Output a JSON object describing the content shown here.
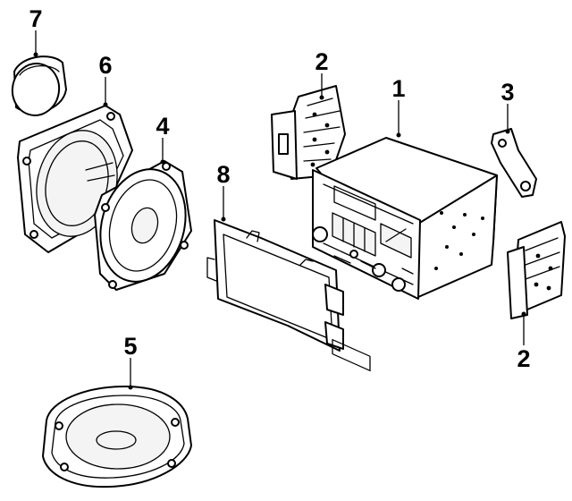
{
  "callouts": [
    {
      "id": "radio",
      "label": "1"
    },
    {
      "id": "bracket-upper",
      "label": "2"
    },
    {
      "id": "bracket-lower",
      "label": "2"
    },
    {
      "id": "support-strap",
      "label": "3"
    },
    {
      "id": "front-speaker",
      "label": "4"
    },
    {
      "id": "rear-speaker",
      "label": "5"
    },
    {
      "id": "speaker-adapter",
      "label": "6"
    },
    {
      "id": "speaker-cover",
      "label": "7"
    },
    {
      "id": "mounting-sleeve",
      "label": "8"
    }
  ]
}
